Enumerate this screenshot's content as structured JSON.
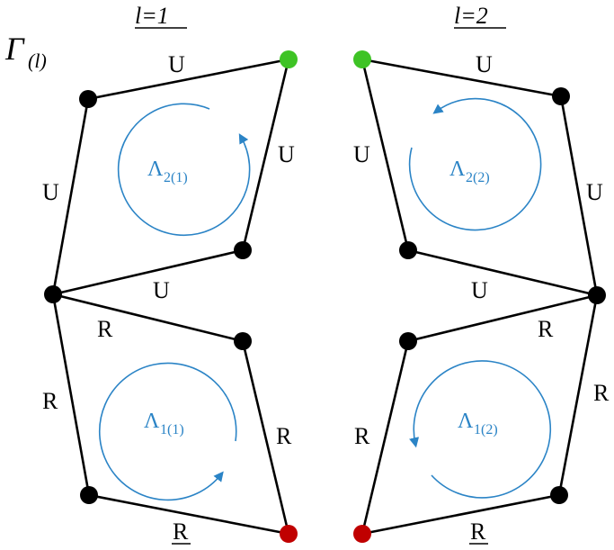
{
  "title": {
    "gamma_main": "Γ",
    "gamma_sub": "(l)"
  },
  "headers": {
    "left": "l=1",
    "right": "l=2"
  },
  "edge_labels": {
    "left": {
      "top": "U",
      "upper_right": "U",
      "upper_left": "U",
      "middle_u": "U",
      "middle_r": "R",
      "lower_left": "R",
      "lower_right": "R",
      "bottom": "R"
    },
    "right": {
      "top": "U",
      "upper_left": "U",
      "upper_right": "U",
      "middle_u": "U",
      "middle_r": "R",
      "lower_right": "R",
      "lower_left": "R",
      "bottom": "R"
    }
  },
  "loops": {
    "left_top": {
      "main": "Λ",
      "sub": "2(1)"
    },
    "left_bottom": {
      "main": "Λ",
      "sub": "1(1)"
    },
    "right_top": {
      "main": "Λ",
      "sub": "2(2)"
    },
    "right_bottom": {
      "main": "Λ",
      "sub": "1(2)"
    }
  },
  "colors": {
    "start_node": "#3ec325",
    "end_node": "#c00000",
    "node": "#000000",
    "loop": "#2b84c6"
  }
}
